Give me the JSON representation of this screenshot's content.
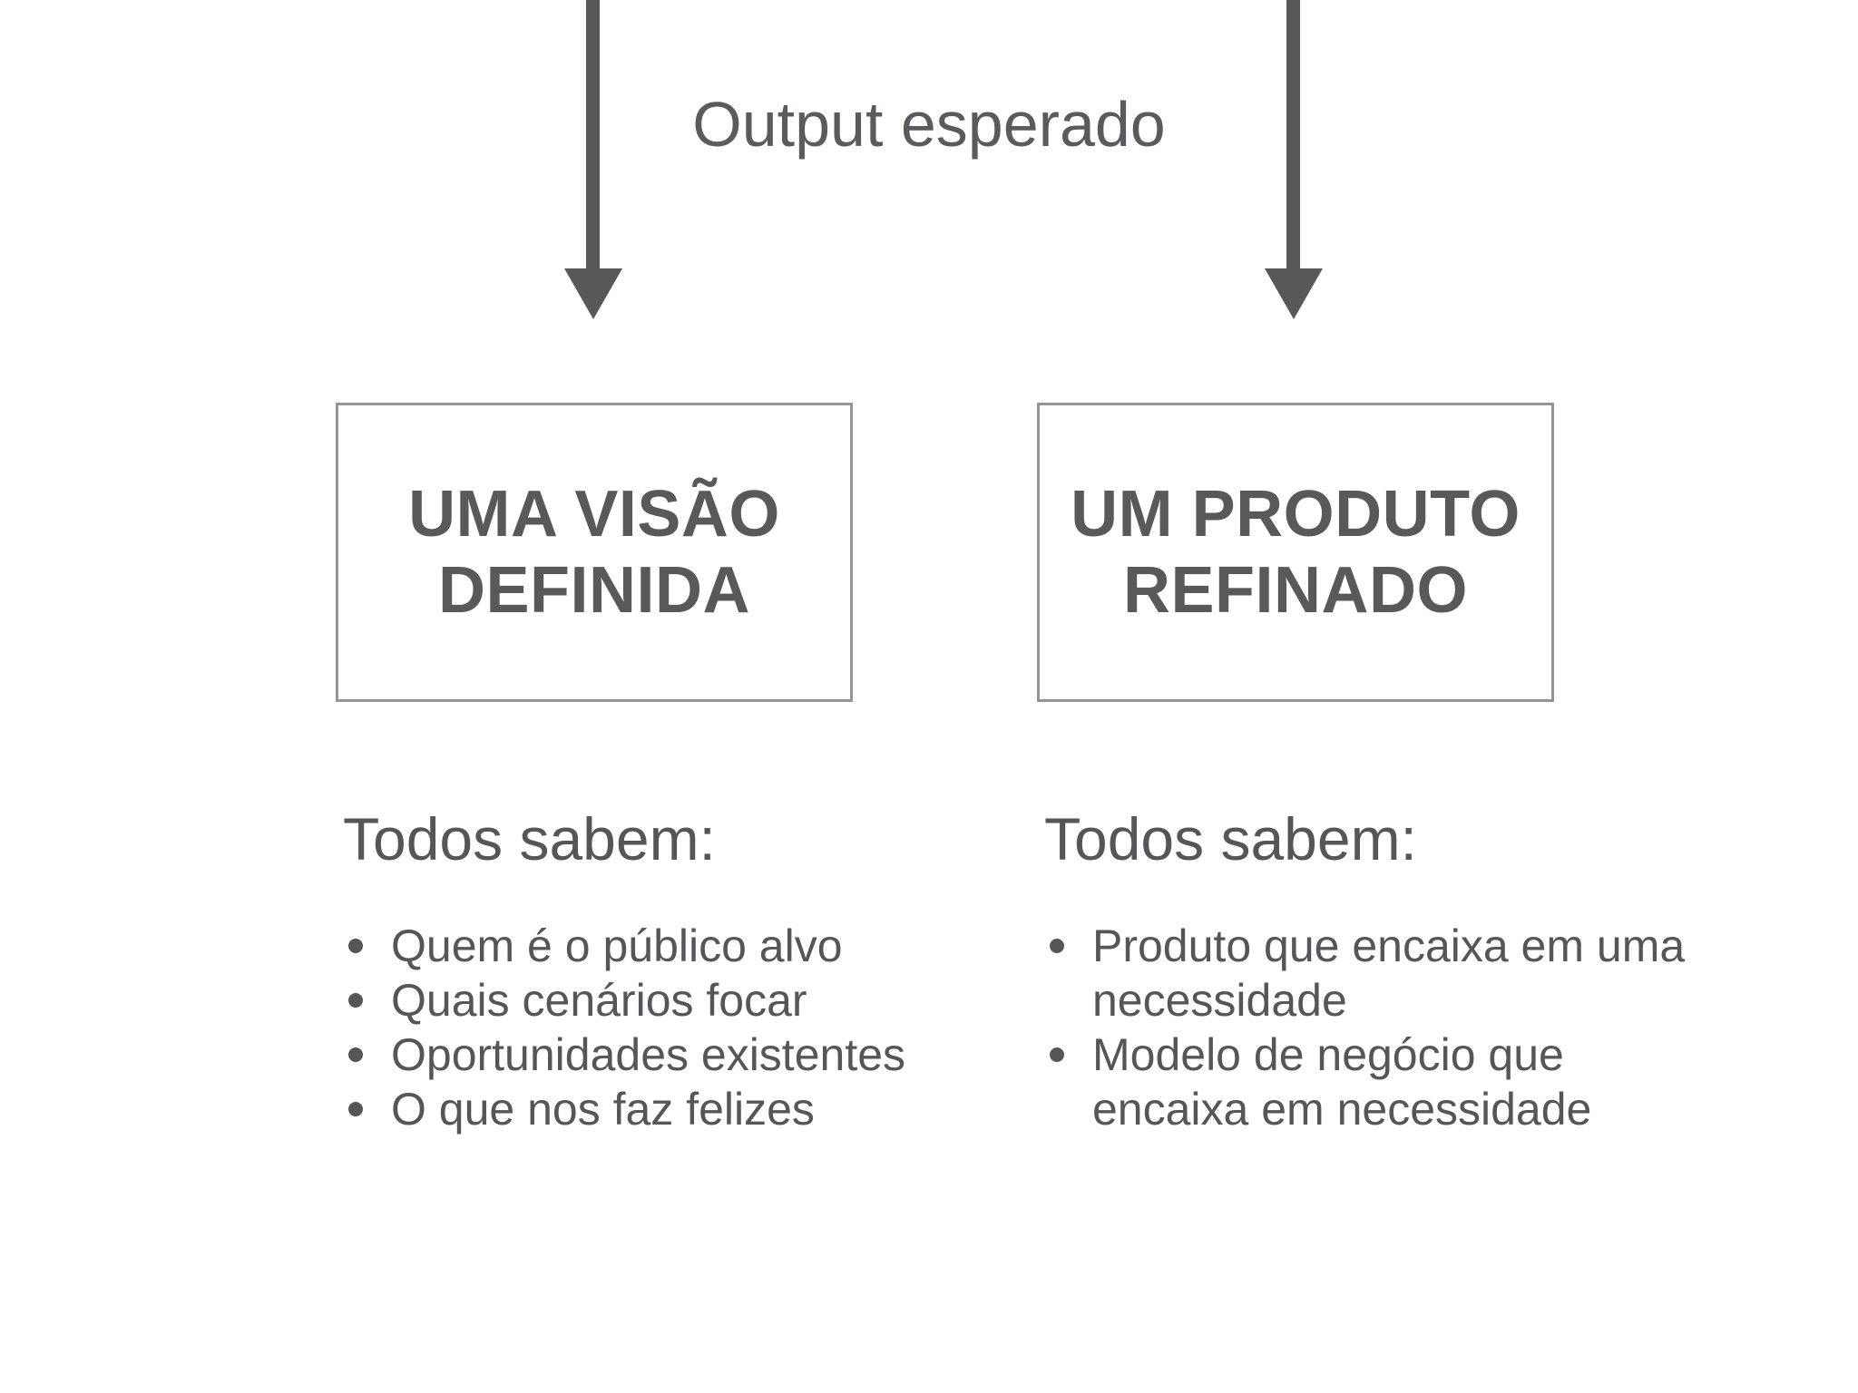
{
  "title": "Output esperado",
  "columns": [
    {
      "box_title": "UMA VISÃO DEFINIDA",
      "list_heading": "Todos sabem:",
      "bullets": [
        "Quem é o público alvo",
        "Quais cenários focar",
        "Oportunidades existentes",
        "O que nos faz felizes"
      ]
    },
    {
      "box_title": "UM PRODUTO REFINADO",
      "list_heading": "Todos sabem:",
      "bullets": [
        "Produto que encaixa em uma\nnecessidade",
        "Modelo de negócio que\nencaixa em necessidade"
      ]
    }
  ],
  "icons": {
    "left_arrow": "down-arrow",
    "right_arrow": "down-arrow"
  },
  "colors": {
    "background": "#ffffff",
    "arrow": "#58585a",
    "box_border": "#939598",
    "title_text": "#5a5b5e",
    "box_title_text": "#58595b",
    "text": "#545659"
  }
}
